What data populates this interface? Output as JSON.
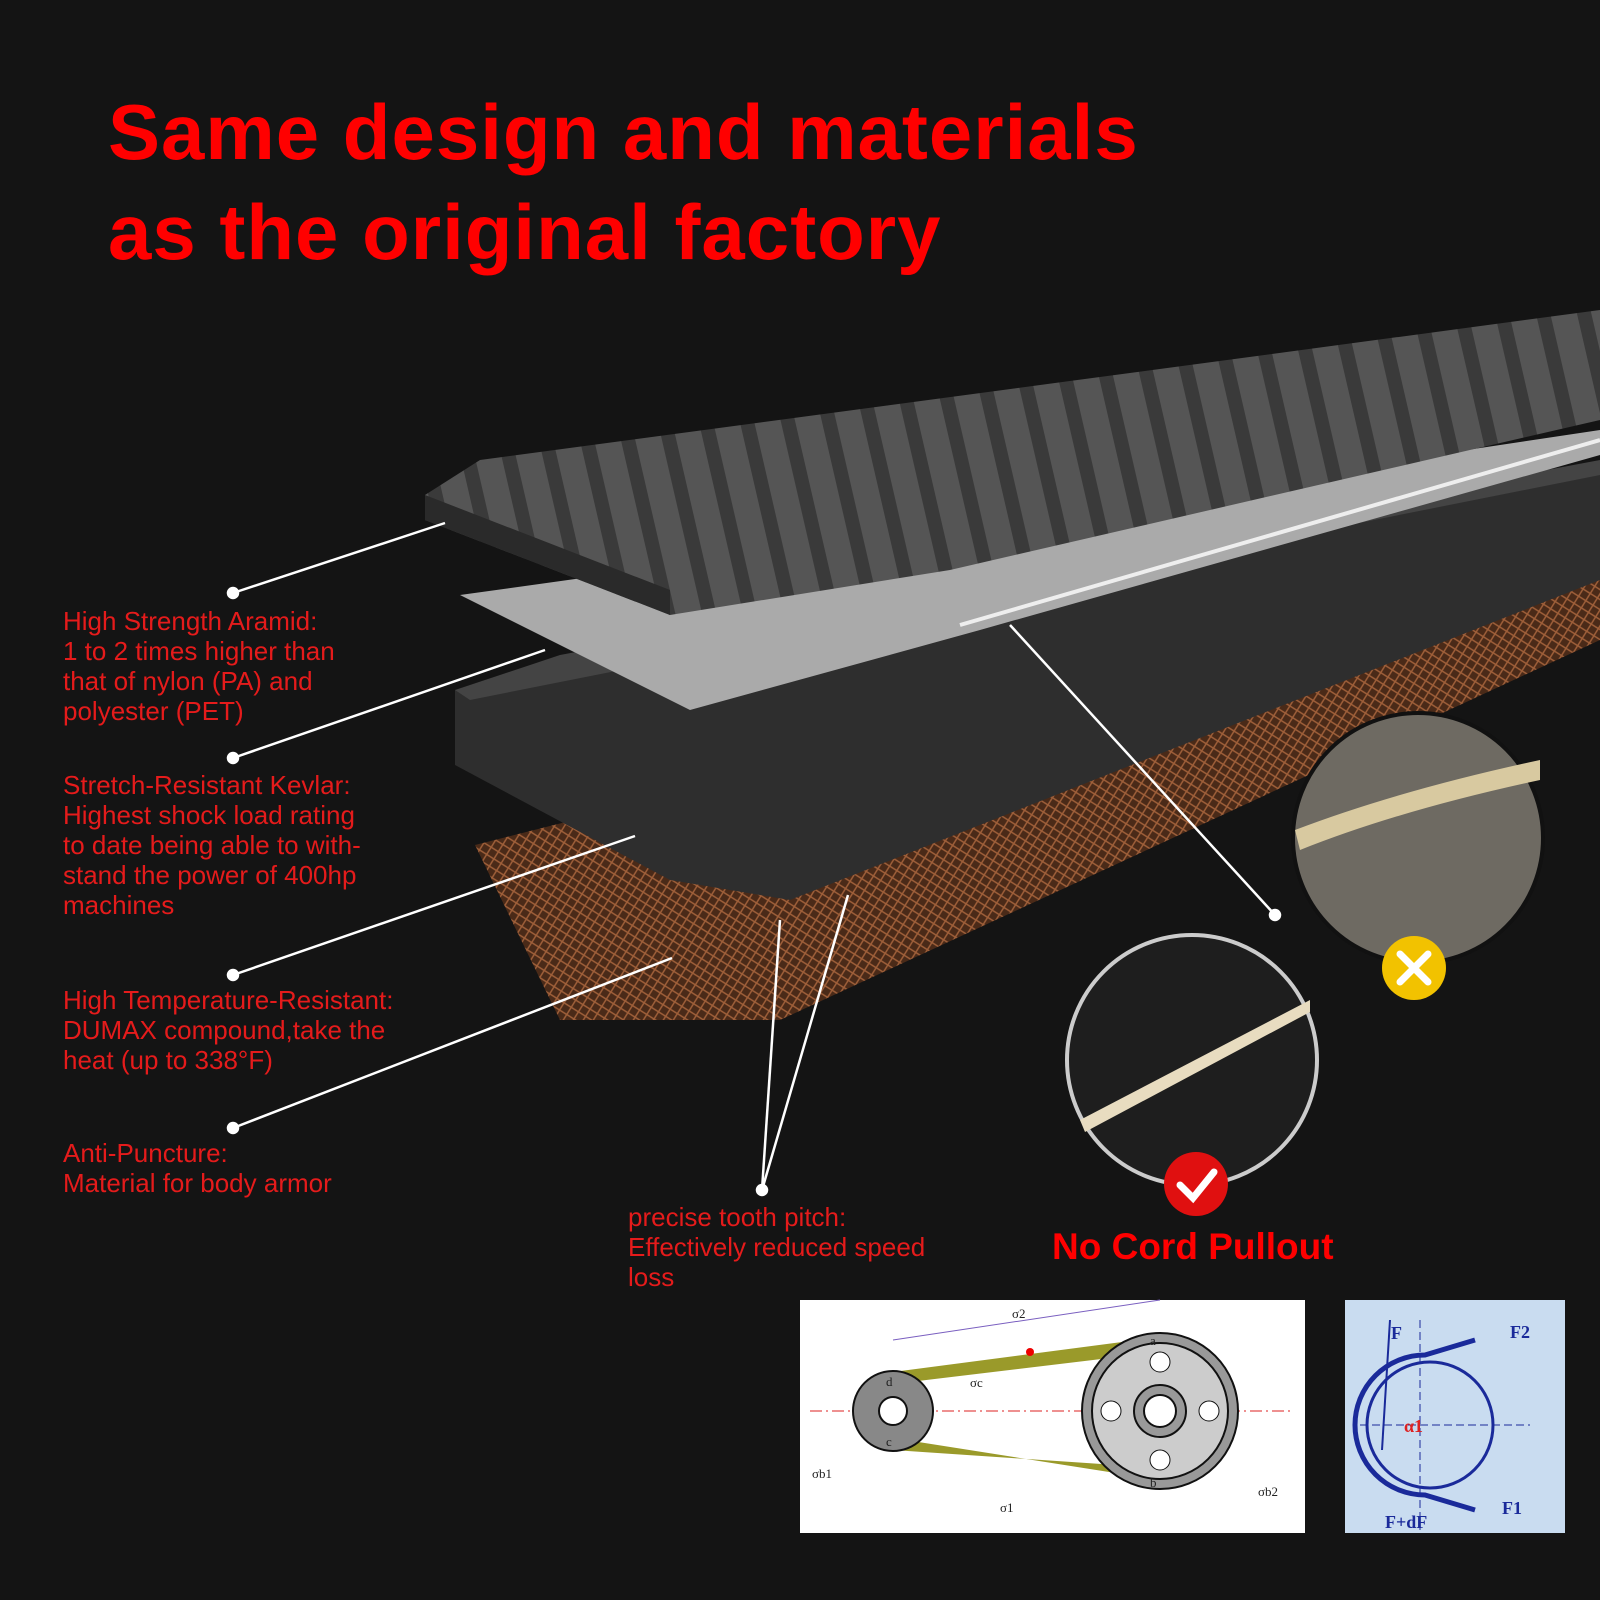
{
  "title": {
    "line1": "Same design and materials",
    "line2": "as the original factory"
  },
  "features": [
    {
      "heading": "High Strength Aramid:",
      "lines": [
        "1 to 2 times higher than",
        "that of nylon (PA) and",
        "polyester (PET)"
      ]
    },
    {
      "heading": "Stretch-Resistant Kevlar:",
      "lines": [
        "Highest shock load rating",
        "to date being able to with-",
        "stand the power of 400hp",
        "machines"
      ]
    },
    {
      "heading": "High Temperature-Resistant:",
      "lines": [
        "DUMAX compound,take the",
        "heat (up to 338°F)"
      ]
    },
    {
      "heading": "Anti-Puncture:",
      "lines": [
        "Material for body armor"
      ]
    }
  ],
  "pitch": {
    "heading": "precise tooth pitch:",
    "lines": [
      "Effectively reduced speed",
      "loss"
    ]
  },
  "no_cord_pullout": "No Cord Pullout",
  "diagram1": {
    "labels": [
      "σ2",
      "σc",
      "σb1",
      "σb2",
      "σ1",
      "a",
      "b",
      "c",
      "d"
    ]
  },
  "diagram2": {
    "labels": [
      "F",
      "F2",
      "F1",
      "F+dF",
      "α1"
    ]
  },
  "colors": {
    "accent": "#ff0000",
    "background": "#141414",
    "bad": "#f2c200",
    "good": "#e01010"
  }
}
